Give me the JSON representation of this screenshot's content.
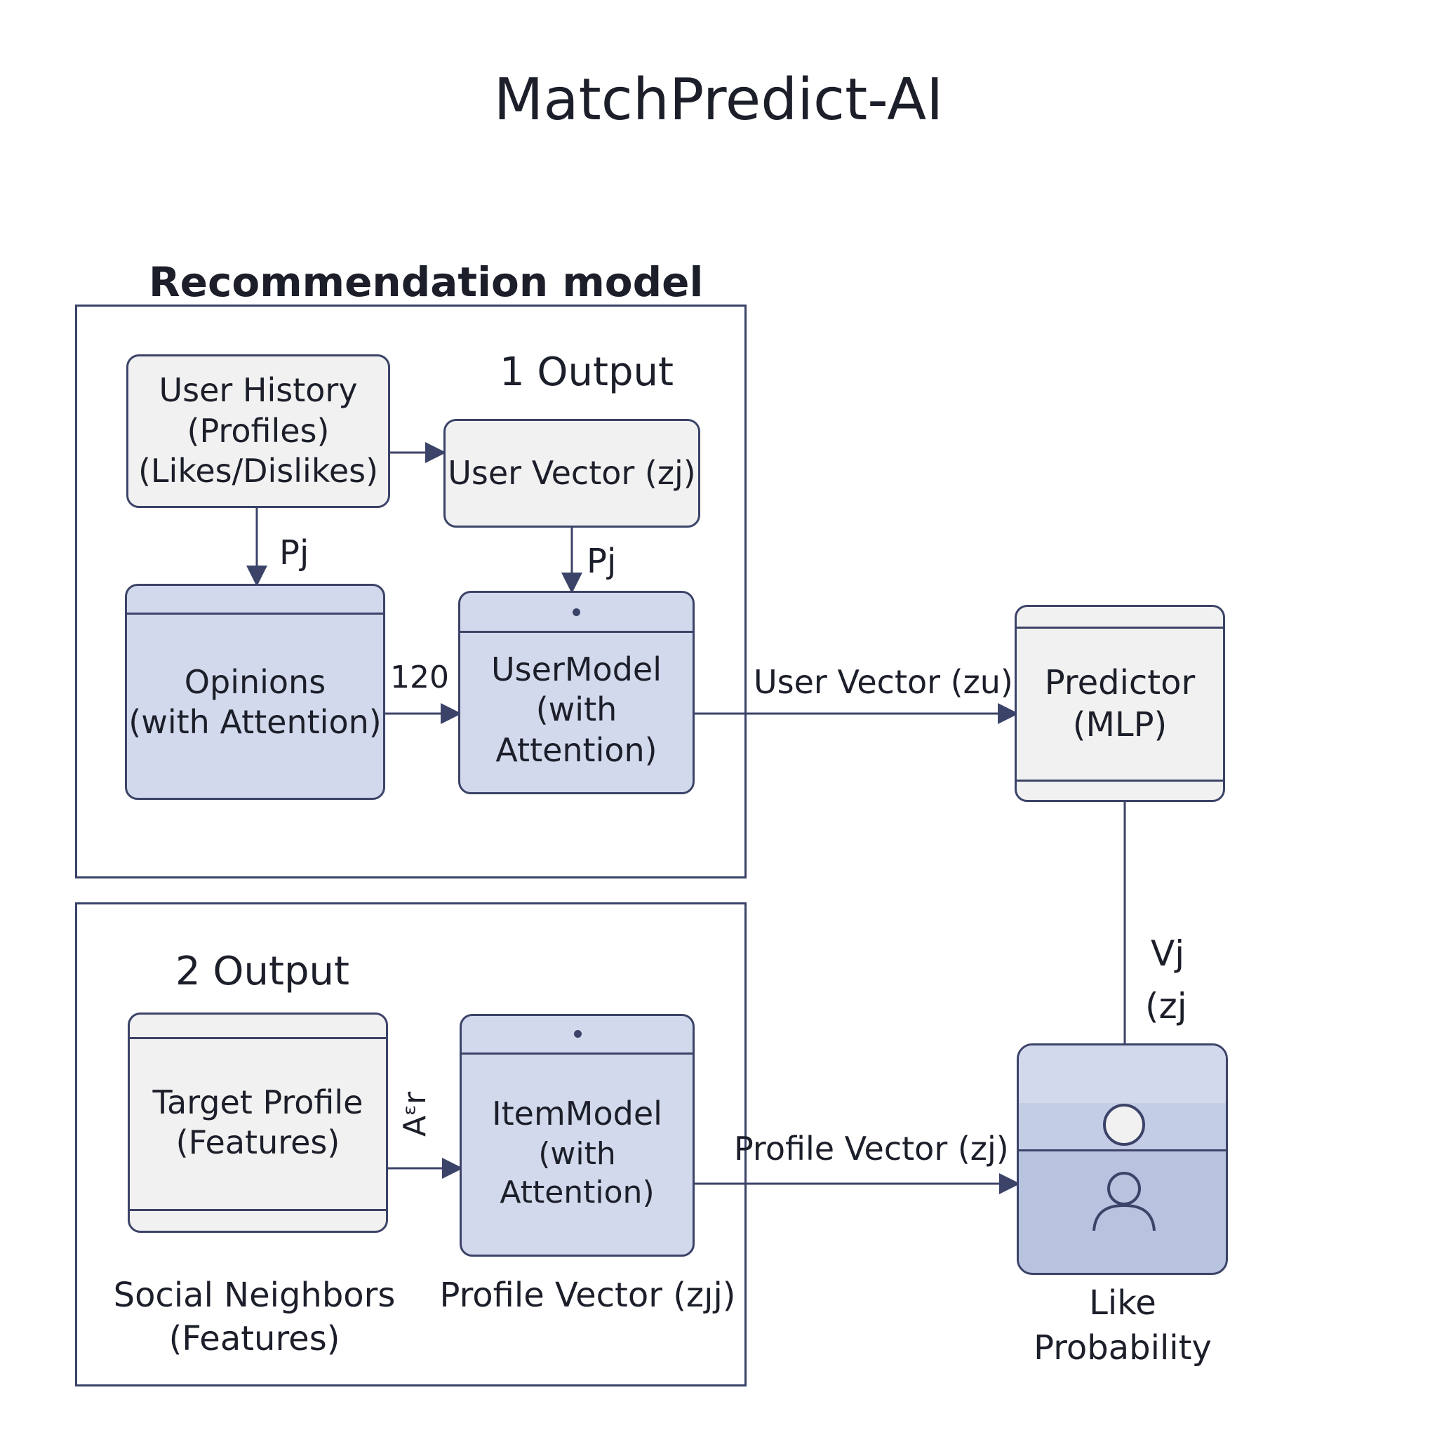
{
  "title": "MatchPredict-AI",
  "section_title": "Recommendation model",
  "output1": {
    "label": "1 Output",
    "user_history": {
      "line1": "User History",
      "line2": "(Profiles)",
      "line3": "(Likes/Dislikes)"
    },
    "user_vector": "User Vector (zj)",
    "opinions": {
      "line1": "Opinions",
      "line2": "(with Attention)"
    },
    "user_model": {
      "line1": "UserModel",
      "line2": "(with Attention)"
    },
    "edge_pj_left": "Pj",
    "edge_pj_right": "Pj",
    "edge_120": "120"
  },
  "output2": {
    "label": "2 Output",
    "target_profile": {
      "line1": "Target Profile",
      "line2": "(Features)"
    },
    "item_model": {
      "line1": "ItemModel",
      "line2": "(with Attention)"
    },
    "edge_attr": "Aᵋr",
    "social_neighbors": {
      "line1": "Social Neighbors",
      "line2": "(Features)"
    },
    "profile_vector_caption": "Profile Vector (zȷj)"
  },
  "predictor": {
    "line1": "Predictor",
    "line2": "(MLP)"
  },
  "edge_user_vector_zu": "User Vector (zu)",
  "edge_profile_vector": "Profile Vector (zj)",
  "edge_vj": {
    "line1": "Vj",
    "line2": "(zj"
  },
  "like_probability": {
    "line1": "Like",
    "line2": "Probability"
  },
  "icons": {
    "circle": "circle-icon",
    "user": "user-icon",
    "dot": "dot-icon"
  },
  "colors": {
    "stroke": "#3c4368",
    "blue_fill": "#d3d9ec",
    "gray_fill": "#f1f1f1",
    "user_panel": "#b8c3df"
  }
}
